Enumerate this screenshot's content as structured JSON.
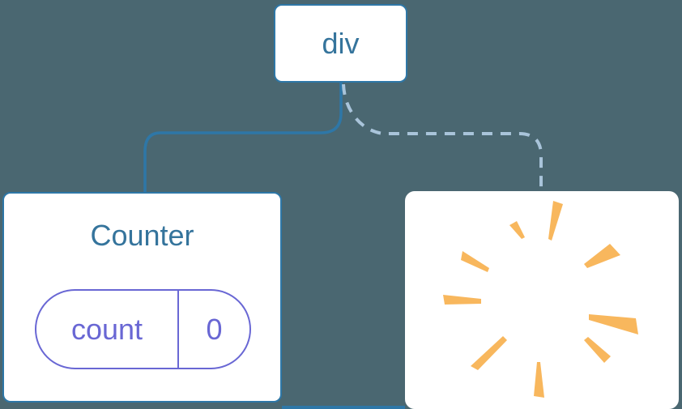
{
  "diagram": {
    "background_color": "#4a6771",
    "root_node": {
      "label": "div"
    },
    "counter_node": {
      "title": "Counter",
      "state_pill": {
        "key_label": "count",
        "value": "0"
      }
    },
    "poof_node": {
      "icon": "poof-starburst-icon",
      "color": "#f8b75d",
      "rays": [
        "183,12 195,16 181,61 177,59",
        "129,42 138,37 148,57 144,59",
        "253,65 266,79 225,95 221,90",
        "71,74 69,85 102,100 104,95",
        "47,128 49,140 94,139 94,133",
        "285,157 288,177 227,159 227,152",
        "254,204 246,212 221,184 226,180",
        "81,216 90,221 126,184 121,179",
        "159,253 172,255 167,211 163,211"
      ]
    },
    "connectors": {
      "solid": {
        "from": "div",
        "to": "Counter",
        "style": "solid",
        "color": "#2e77a7"
      },
      "dashed": {
        "from": "div",
        "to": "poof",
        "style": "dashed",
        "color": "#a9c4da"
      }
    },
    "colors": {
      "node_border": "#2e77a7",
      "node_text": "#35749c",
      "state_accent": "#6967d4",
      "node_bg": "#ffffff"
    }
  }
}
